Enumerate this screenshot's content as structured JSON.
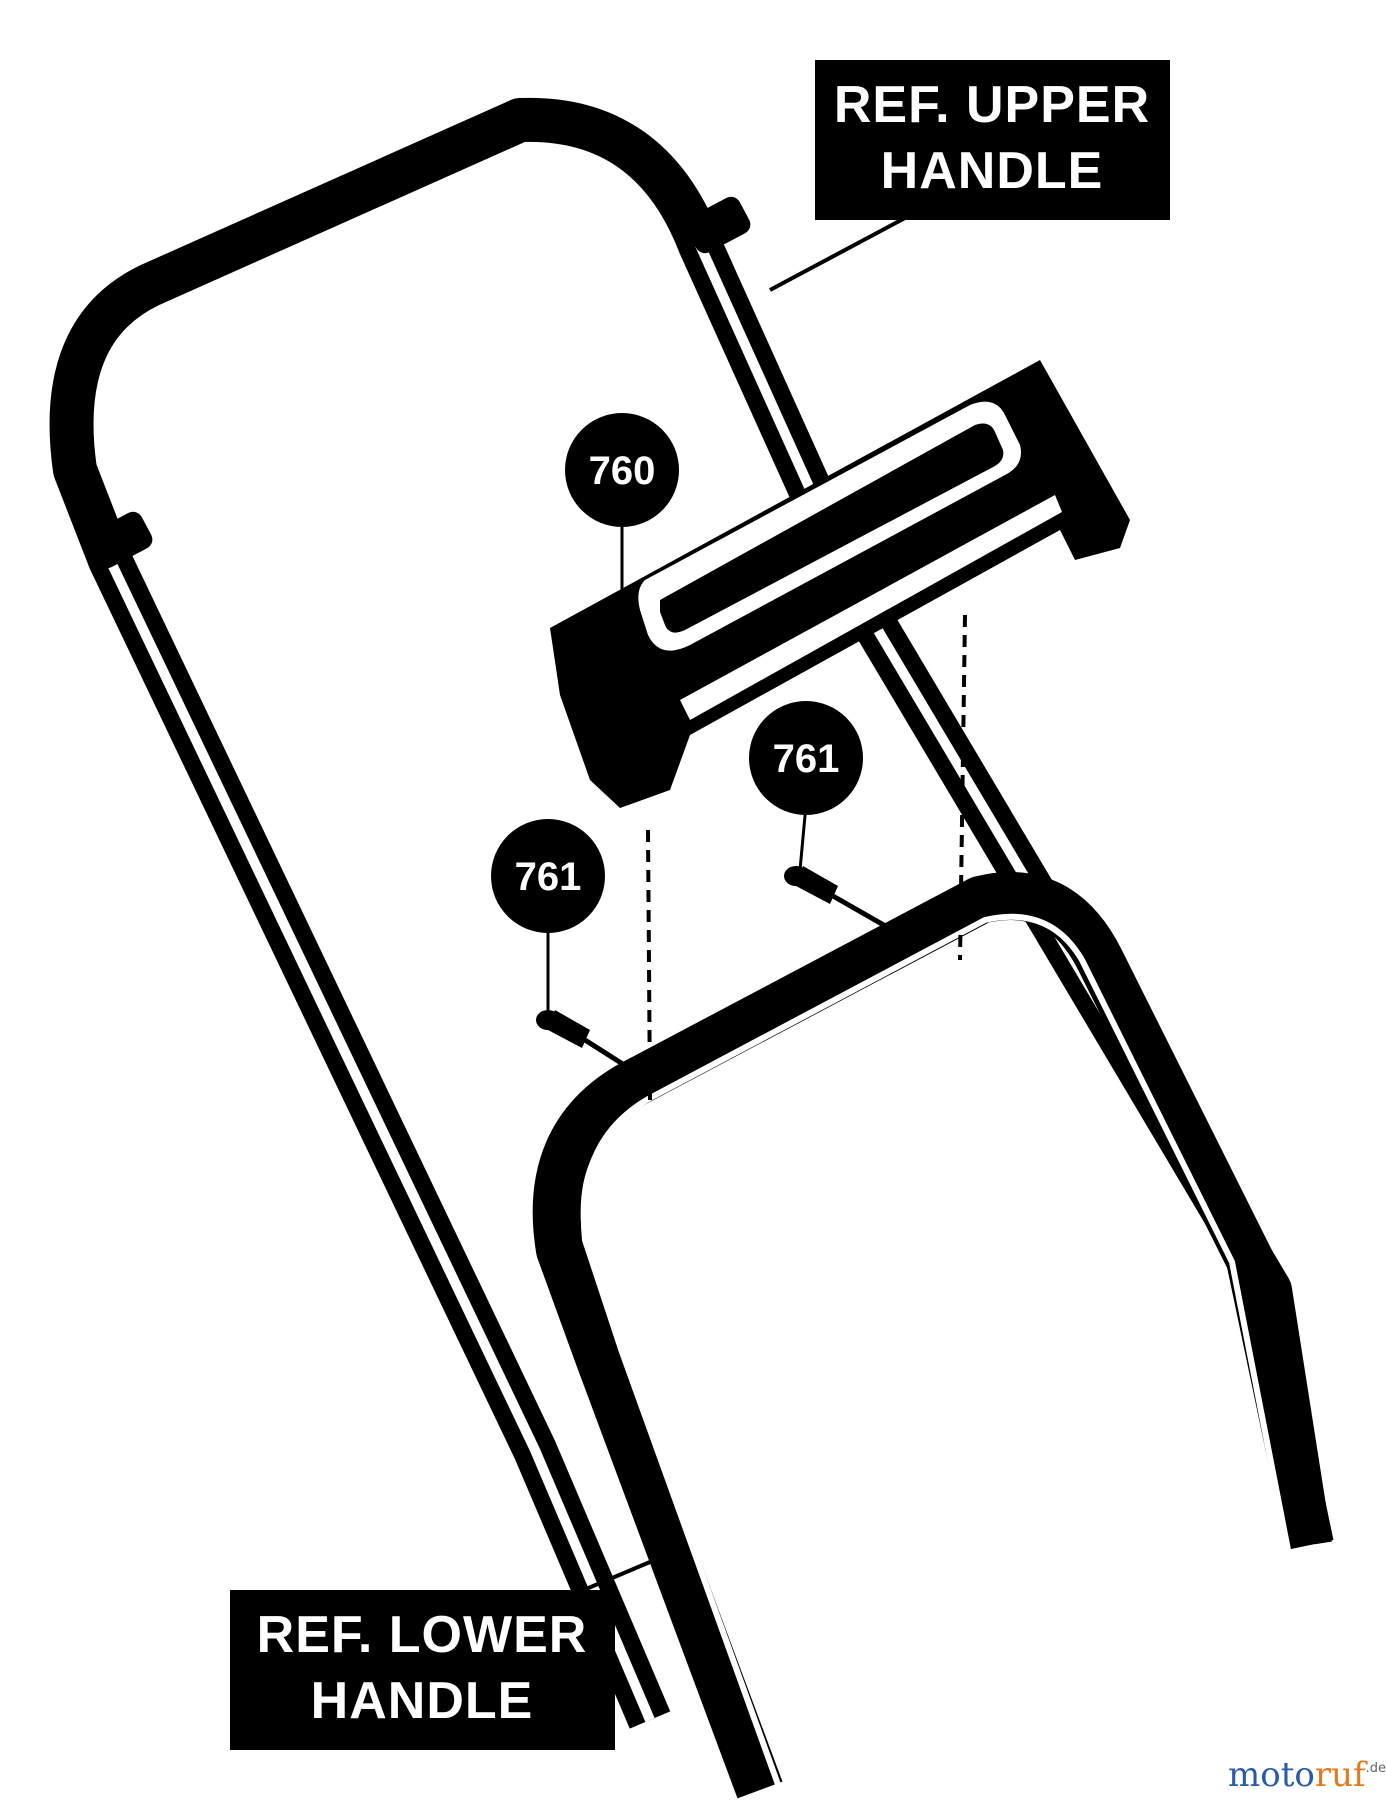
{
  "labels": {
    "upper_handle": {
      "line1": "REF. UPPER",
      "line2": "HANDLE"
    },
    "lower_handle": {
      "line1": "REF. LOWER",
      "line2": "HANDLE"
    }
  },
  "callouts": [
    {
      "part": "760"
    },
    {
      "part": "761"
    },
    {
      "part": "761"
    }
  ],
  "watermark": {
    "text_a": "moto",
    "text_b": "ruf",
    "suffix": ".de"
  },
  "colors": {
    "ink": "#000000",
    "paper": "#ffffff",
    "watermark_blue": "#2a5aa8",
    "watermark_orange": "#e37a1e"
  }
}
